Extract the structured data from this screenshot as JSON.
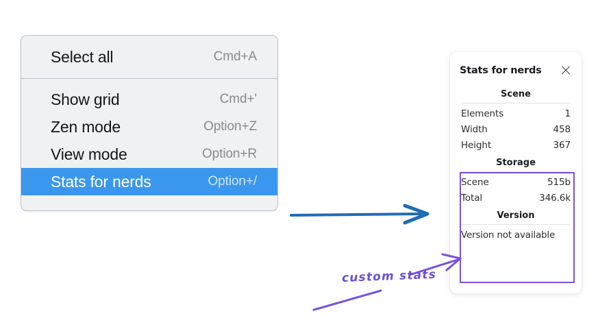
{
  "menu": {
    "groups": [
      {
        "items": [
          {
            "label": "Select all",
            "shortcut": "Cmd+A",
            "selected": false
          }
        ]
      },
      {
        "items": [
          {
            "label": "Show grid",
            "shortcut": "Cmd+'",
            "selected": false
          },
          {
            "label": "Zen mode",
            "shortcut": "Option+Z",
            "selected": false
          },
          {
            "label": "View mode",
            "shortcut": "Option+R",
            "selected": false
          },
          {
            "label": "Stats for nerds",
            "shortcut": "Option+/",
            "selected": true
          }
        ]
      }
    ],
    "highlight_color": "#3b97ee"
  },
  "stats_panel": {
    "title": "Stats for nerds",
    "close_icon": "close-icon",
    "sections": [
      {
        "header": "Scene",
        "rows": [
          {
            "key": "Elements",
            "value": "1"
          },
          {
            "key": "Width",
            "value": "458"
          },
          {
            "key": "Height",
            "value": "367"
          }
        ]
      },
      {
        "header": "Storage",
        "rows": [
          {
            "key": "Scene",
            "value": "515b"
          },
          {
            "key": "Total",
            "value": "346.6k"
          }
        ]
      },
      {
        "header": "Version",
        "note": "Version not available",
        "rows": []
      }
    ]
  },
  "annotations": {
    "label": "custom stats",
    "label_color": "#6b4fd8",
    "blue_arrow_color": "#1f6cb5",
    "purple_color": "#7a4fe0",
    "highlight_box_color": "#7a4fe0"
  }
}
